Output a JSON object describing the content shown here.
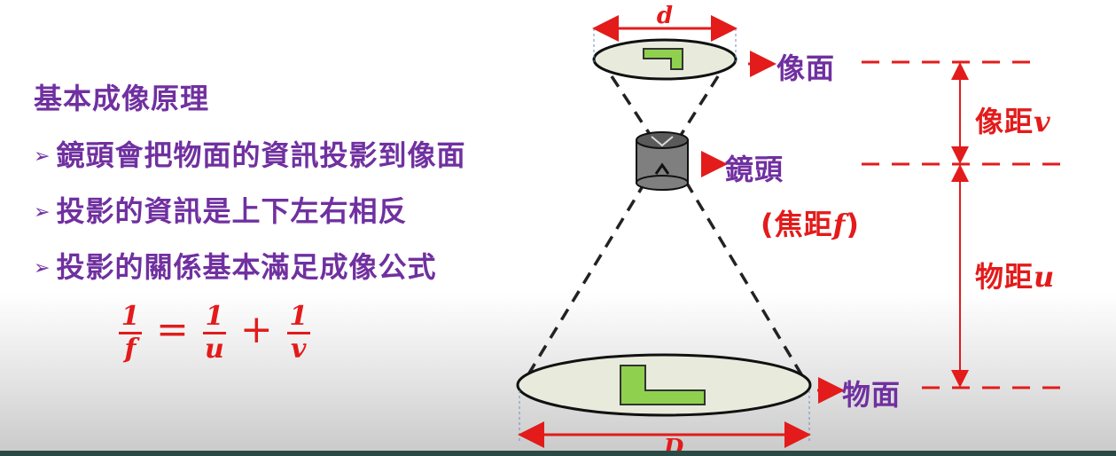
{
  "title": "基本成像原理",
  "bullets": [
    "鏡頭會把物面的資訊投影到像面",
    "投影的資訊是上下左右相反",
    "投影的關係基本滿足成像公式"
  ],
  "bullet_marker": "➢",
  "formula": {
    "lhs_num": "1",
    "lhs_den": "f",
    "eq": "=",
    "t1_num": "1",
    "t1_den": "u",
    "plus": "+",
    "t2_num": "1",
    "t2_den": "v"
  },
  "labels": {
    "image_plane": "像面",
    "lens": "鏡頭",
    "focal_prefix": "(焦距",
    "focal_var": "f",
    "focal_suffix": ")",
    "object_plane": "物面",
    "image_distance": "像距",
    "image_distance_var": "v",
    "object_distance": "物距",
    "object_distance_var": "u",
    "small_d": "d",
    "big_D": "D"
  },
  "colors": {
    "purple": "#7030a0",
    "red": "#e31b1b",
    "green": "#8fd14f",
    "plane_fill": "#e8ebdc",
    "lens_gray": "#808080"
  }
}
